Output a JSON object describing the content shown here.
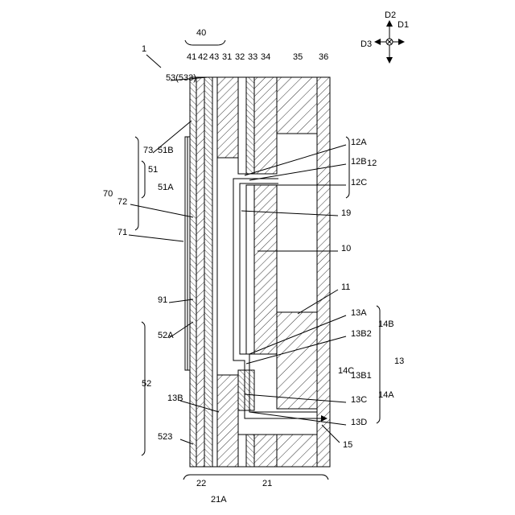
{
  "figure": {
    "ref_main": "1",
    "axes": {
      "d1": "D1",
      "d2": "D2",
      "d3": "D3"
    },
    "top_labels": [
      "41",
      "42",
      "43",
      "40",
      "53(533)",
      "31",
      "32",
      "33",
      "34",
      "35",
      "36"
    ],
    "left_labels": [
      "73",
      "51B",
      "51",
      "51A",
      "70",
      "72",
      "71",
      "91",
      "52A",
      "52",
      "13B",
      "523",
      "22",
      "21A",
      "21"
    ],
    "right_labels": [
      "12A",
      "12B",
      "12C",
      "12",
      "19",
      "10",
      "11",
      "13A",
      "13B2",
      "14B",
      "14C",
      "13B1",
      "13",
      "13C",
      "13D",
      "14A",
      "15"
    ]
  }
}
